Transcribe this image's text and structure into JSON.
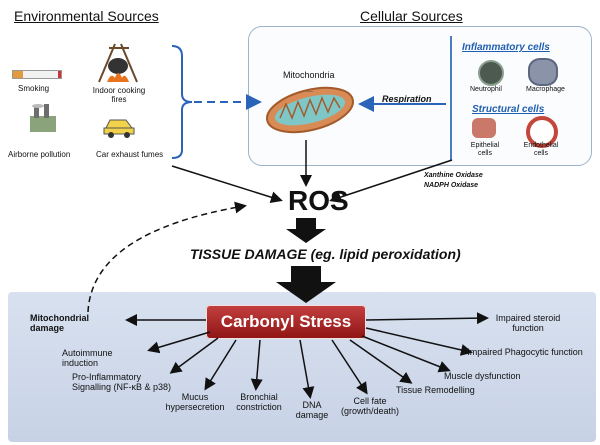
{
  "environmental": {
    "heading": "Environmental Sources",
    "items": [
      "Smoking",
      "Indoor cooking fires",
      "Airborne pollution",
      "Car exhaust fumes"
    ]
  },
  "cellular": {
    "heading": "Cellular Sources",
    "mitochondria": "Mitochondria",
    "respiration": "Respiration",
    "inflammatory_heading": "Inflammatory cells",
    "inflammatory": [
      "Neutrophil",
      "Macrophage"
    ],
    "structural_heading": "Structural cells",
    "structural": [
      "Epithelial cells",
      "Endothelial cells"
    ],
    "enzymes": [
      "Xanthine Oxidase",
      "NADPH Oxidase"
    ]
  },
  "ros": "ROS",
  "tissue_damage": "TISSUE DAMAGE (eg. lipid peroxidation)",
  "carbonyl_stress": "Carbonyl  Stress",
  "effects": {
    "mito_damage": "Mitochondrial damage",
    "autoimmune": "Autoimmune induction",
    "pro_inflammatory": "Pro-Inflammatory Signalling (NF-κB & p38)",
    "mucus": "Mucus hypersecretion",
    "bronchial": "Bronchial constriction",
    "dna": "DNA damage",
    "cell_fate": "Cell fate (growth/death)",
    "tissue_remodelling": "Tissue  Remodelling",
    "muscle": "Muscle dysfunction",
    "phagocytic": "Impaired Phagocytic function",
    "steroid": "Impaired steroid function"
  }
}
